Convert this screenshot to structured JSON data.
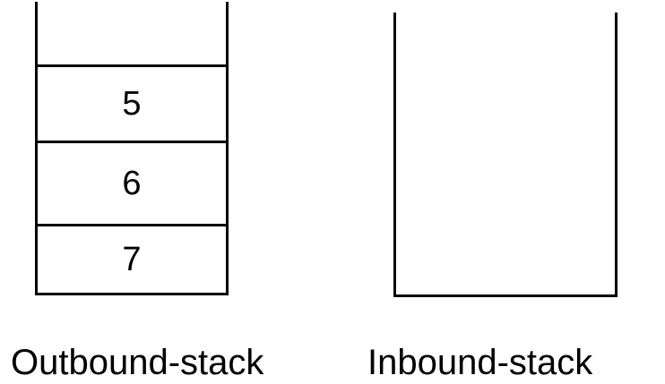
{
  "outbound_stack": {
    "label": "Outbound-stack",
    "items": [
      "5",
      "6",
      "7"
    ]
  },
  "inbound_stack": {
    "label": "Inbound-stack",
    "items": []
  }
}
